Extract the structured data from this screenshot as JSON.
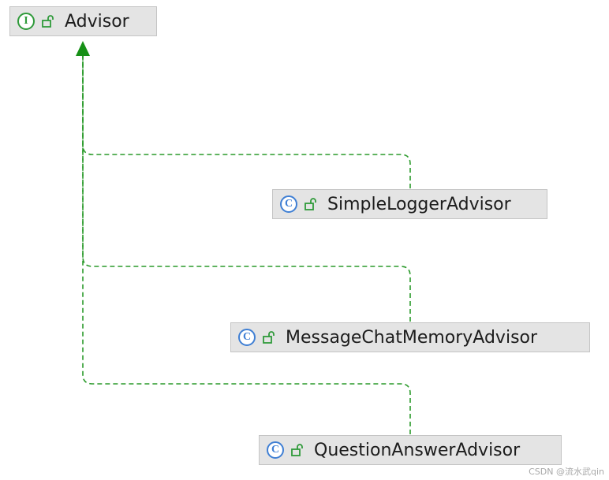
{
  "diagram": {
    "root": {
      "label": "Advisor",
      "kind_badge": "I",
      "kind": "interface",
      "icon": "unlocked-padlock-icon"
    },
    "implementations": [
      {
        "label": "SimpleLoggerAdvisor",
        "kind_badge": "C",
        "kind": "class",
        "icon": "unlocked-padlock-icon"
      },
      {
        "label": "MessageChatMemoryAdvisor",
        "kind_badge": "C",
        "kind": "class",
        "icon": "unlocked-padlock-icon"
      },
      {
        "label": "QuestionAnswerAdvisor",
        "kind_badge": "C",
        "kind": "class",
        "icon": "unlocked-padlock-icon"
      }
    ],
    "edge_style": "dashed-green-implements",
    "colors": {
      "edge": "#2a9a2a",
      "interface_badge": "#2f9a3a",
      "class_badge": "#3f7fd4",
      "node_fill": "#e4e4e4"
    }
  },
  "watermark": "CSDN @流水武qin"
}
